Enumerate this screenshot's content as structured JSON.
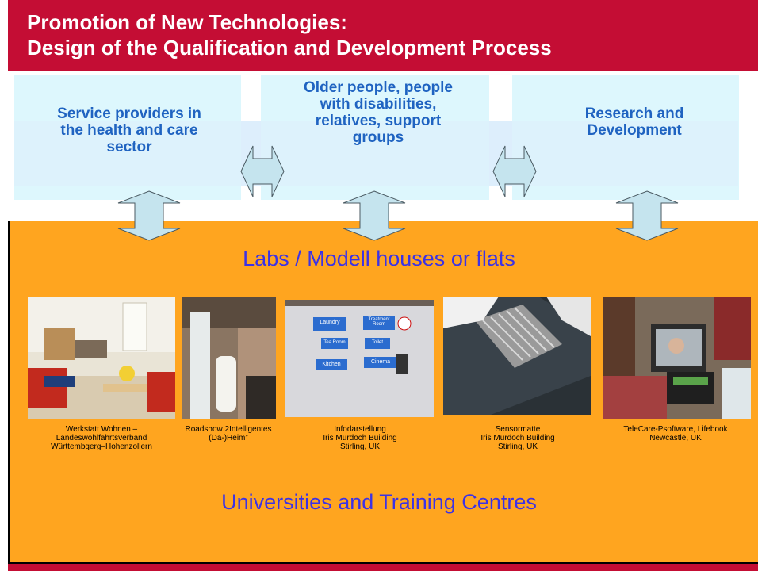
{
  "title": {
    "line1": "Promotion of New Technologies:",
    "line2": "Design of the Qualification and Development Process"
  },
  "boxes": {
    "left": "Service providers  in the health and care sector",
    "center": "Older people, people with disabilities, relatives, support groups",
    "right": "Research and Development"
  },
  "labs_heading": "Labs / Modell houses or flats",
  "universities_heading": "Universities and Training Centres",
  "photos": [
    {
      "caption_lines": [
        "Werkstatt Wohnen –",
        "Landeswohlfahrtsverband",
        "Württembgerg–Hohenzollern"
      ]
    },
    {
      "caption_lines": [
        "Roadshow 2Intelligentes",
        "(Da-)Heim”"
      ]
    },
    {
      "caption_lines": [
        "Infodarstellung",
        "Iris Murdoch Building",
        "Stirling, UK"
      ]
    },
    {
      "caption_lines": [
        "Sensormatte",
        "Iris Murdoch Building",
        "Stirling, UK"
      ]
    },
    {
      "caption_lines": [
        "TeleCare-Psoftware, Lifebook",
        "Newcastle, UK"
      ]
    }
  ],
  "photo3_signs": [
    "Laundry",
    "Treatment Room",
    "Tea Room",
    "Toilet",
    "Kitchen",
    "Cinema"
  ],
  "colors": {
    "header": "#c40d34",
    "orange": "#ffa51f",
    "box": "#ddf7fd",
    "box_text": "#1f63c1",
    "heading_text": "#3c32e6",
    "arrow": "#c5e4ee"
  }
}
